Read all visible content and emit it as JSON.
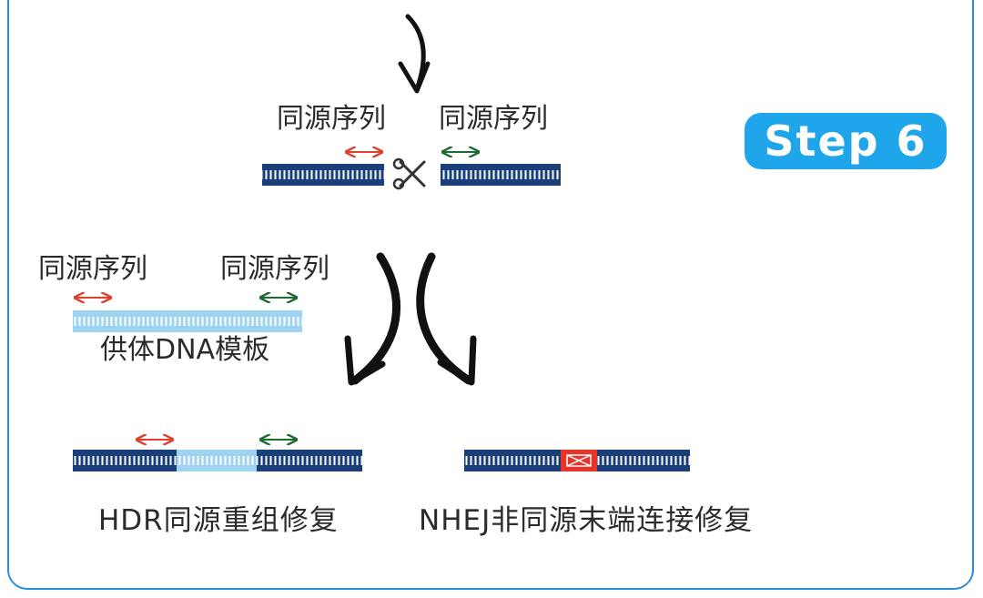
{
  "step_badge": "Step 6",
  "labels": {
    "top_left_homology": "同源序列",
    "top_right_homology": "同源序列",
    "donor_left_homology": "同源序列",
    "donor_right_homology": "同源序列",
    "donor_template": "供体DNA模板",
    "hdr_repair": "HDR同源重组修复",
    "nhej_repair": "NHEJ非同源末端连接修复"
  },
  "icons": {
    "cut": "scissors-icon",
    "left_arm_marker": "double-arrow-red",
    "right_arm_marker": "double-arrow-green",
    "flow": "curved-arrow"
  },
  "colors": {
    "dna_dark": "#1a3f78",
    "dna_light": "#9fd3f2",
    "red_marker": "#e2402b",
    "green_marker": "#1e6b32",
    "nhej_insert": "#e8332a",
    "badge": "#1fa6ea",
    "border": "#2b8fd6"
  }
}
